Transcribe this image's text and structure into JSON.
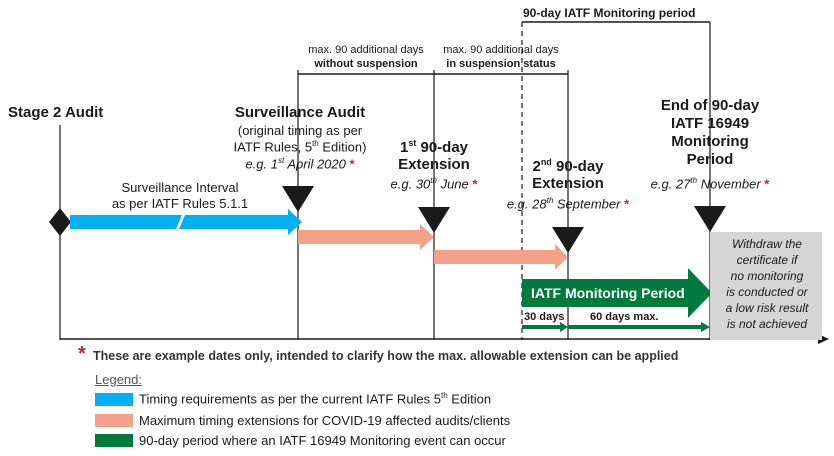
{
  "colors": {
    "blue": "#00b0f0",
    "salmon": "#f4a08a",
    "green": "#007a3d",
    "grey_box": "#d5d5d5",
    "red_star": "#c0282d"
  },
  "top_brackets": {
    "monitoring_period": "90-day IATF Monitoring period",
    "without_suspension_line1": "max. 90 additional days",
    "without_suspension_line2": "without suspension",
    "suspension_line1": "max. 90 additional days",
    "suspension_line2": "in suspension status"
  },
  "milestones": {
    "stage2": "Stage 2 Audit",
    "surveillance_title": "Surveillance Audit",
    "surveillance_sub1": "(original timing as per",
    "surveillance_sub2": "IATF Rules, 5",
    "surveillance_sub2_sup": "th",
    "surveillance_sub2_end": " Edition)",
    "surveillance_eg": "e.g. 1",
    "surveillance_eg_sup": "st",
    "surveillance_eg_end": " April 2020 ",
    "ext1_num": "1",
    "ext1_sup": "st",
    "ext1_title": " 90-day",
    "ext1_title2": "Extension",
    "ext1_eg": "e.g. 30",
    "ext1_eg_sup": "th",
    "ext1_eg_end": " June ",
    "ext2_num": "2",
    "ext2_sup": "nd",
    "ext2_title": " 90-day",
    "ext2_title2": "Extension",
    "ext2_eg": "e.g. 28",
    "ext2_eg_sup": "th",
    "ext2_eg_end": " September ",
    "end_line1": "End of 90-day",
    "end_line2": "IATF 16949",
    "end_line3": "Monitoring",
    "end_line4": "Period",
    "end_eg": "e.g. 27",
    "end_eg_sup": "th",
    "end_eg_end": " November ",
    "star": "*"
  },
  "surveillance_interval_line1": "Surveillance Interval",
  "surveillance_interval_line2": "as per IATF Rules 5.1.1",
  "monitoring_arrow_label": "IATF Monitoring Period",
  "thirty_days": "30 days",
  "sixty_days": "60 days max.",
  "withdraw_note": [
    "Withdraw the",
    "certificate if",
    "no monitoring",
    "is conducted or",
    "a low risk result",
    "is not achieved"
  ],
  "footnote_star": "*",
  "footnote": "These are example dates only, intended to clarify how the max. allowable extension can be applied",
  "legend": {
    "title": "Legend:",
    "items": [
      {
        "color": "#00b0f0",
        "text": "Timing requirements as per the current IATF Rules 5",
        "sup": "th",
        "text_end": " Edition"
      },
      {
        "color": "#f4a08a",
        "text": "Maximum timing extensions for COVID-19 affected audits/clients",
        "sup": "",
        "text_end": ""
      },
      {
        "color": "#007a3d",
        "text": "90-day period where an IATF 16949 Monitoring event can occur",
        "sup": "",
        "text_end": ""
      }
    ]
  }
}
